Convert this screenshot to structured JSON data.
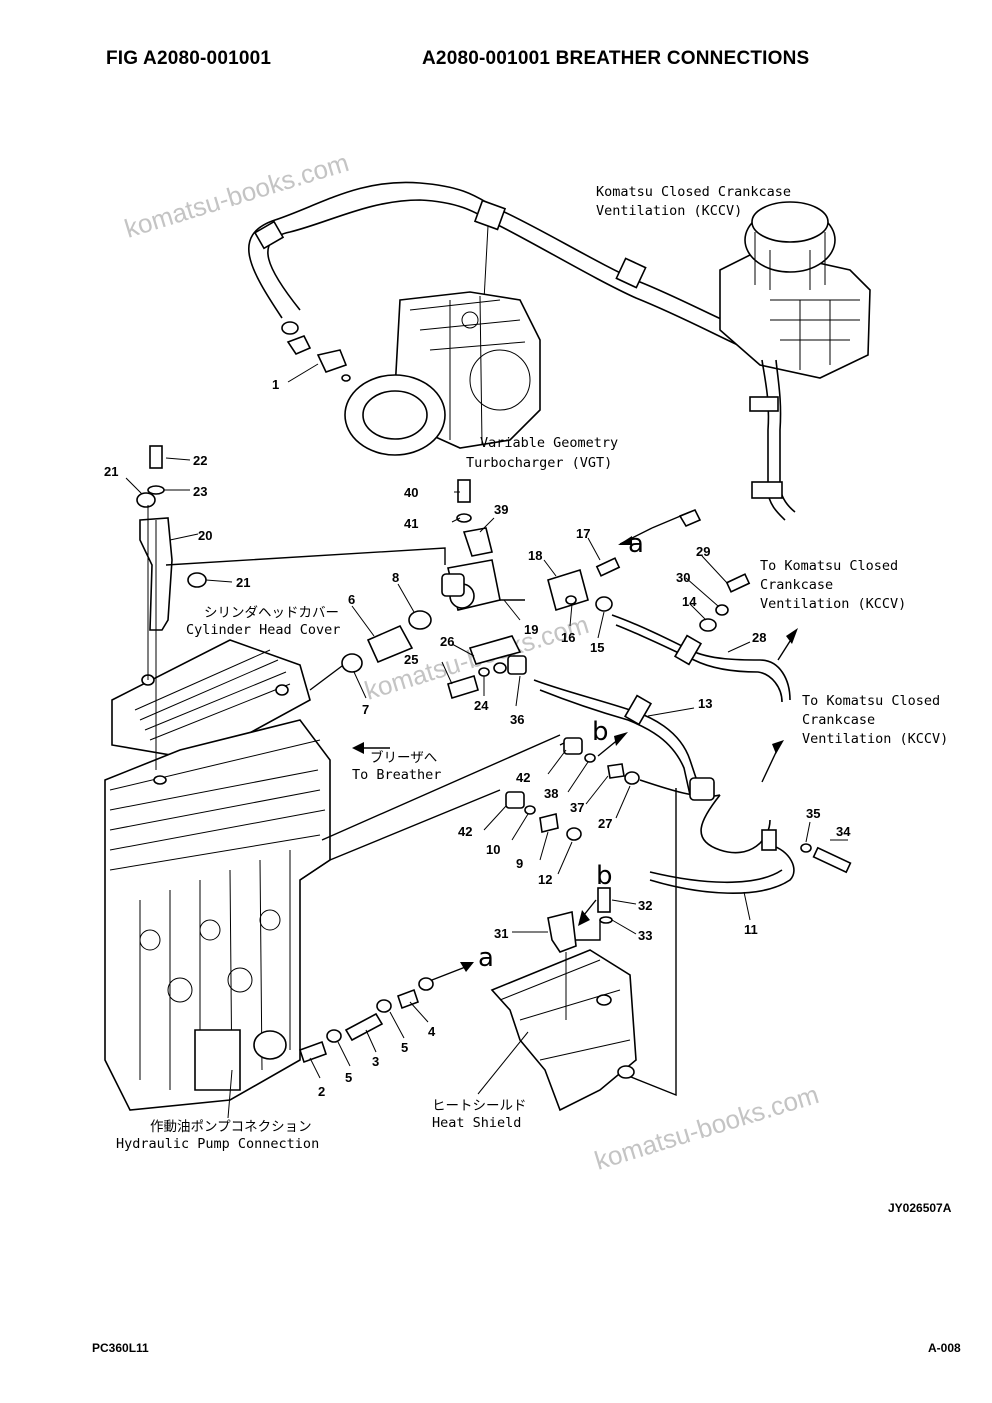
{
  "header": {
    "fig_label": "FIG   A2080-001001",
    "title": "A2080-001001 BREATHER CONNECTIONS"
  },
  "footer": {
    "model": "PC360L11",
    "page": "A-008",
    "drawing_code": "JY026507A"
  },
  "watermarks": [
    "komatsu-books.com",
    "komatsu-books.com",
    "komatsu-books.com"
  ],
  "labels": {
    "kccv_top_1": "Komatsu Closed Crankcase",
    "kccv_top_2": "Ventilation (KCCV)",
    "vgt_1": "Variable Geometry",
    "vgt_2": "Turbocharger (VGT)",
    "head_cover_jp": "シリンダヘッドカバー",
    "head_cover_en": "Cylinder Head Cover",
    "to_kccv_a_1": "To Komatsu Closed",
    "to_kccv_a_2": "Crankcase",
    "to_kccv_a_3": "Ventilation (KCCV)",
    "to_kccv_b_1": "To Komatsu Closed",
    "to_kccv_b_2": "Crankcase",
    "to_kccv_b_3": "Ventilation (KCCV)",
    "breather_jp": "ブリーザへ",
    "breather_en": "To Breather",
    "pump_jp": "作動油ポンプコネクション",
    "pump_en": "Hydraulic Pump Connection",
    "shield_jp": "ヒートシールド",
    "shield_en": "Heat Shield",
    "ref_a_1": "a",
    "ref_a_2": "a",
    "ref_b_1": "b",
    "ref_b_2": "b"
  },
  "callouts": [
    {
      "n": "1"
    },
    {
      "n": "2"
    },
    {
      "n": "3"
    },
    {
      "n": "4"
    },
    {
      "n": "5"
    },
    {
      "n": "5"
    },
    {
      "n": "6"
    },
    {
      "n": "7"
    },
    {
      "n": "8"
    },
    {
      "n": "9"
    },
    {
      "n": "10"
    },
    {
      "n": "11"
    },
    {
      "n": "12"
    },
    {
      "n": "13"
    },
    {
      "n": "14"
    },
    {
      "n": "15"
    },
    {
      "n": "16"
    },
    {
      "n": "17"
    },
    {
      "n": "18"
    },
    {
      "n": "19"
    },
    {
      "n": "20"
    },
    {
      "n": "21"
    },
    {
      "n": "21"
    },
    {
      "n": "22"
    },
    {
      "n": "23"
    },
    {
      "n": "24"
    },
    {
      "n": "25"
    },
    {
      "n": "26"
    },
    {
      "n": "27"
    },
    {
      "n": "28"
    },
    {
      "n": "29"
    },
    {
      "n": "30"
    },
    {
      "n": "31"
    },
    {
      "n": "32"
    },
    {
      "n": "33"
    },
    {
      "n": "34"
    },
    {
      "n": "35"
    },
    {
      "n": "36"
    },
    {
      "n": "37"
    },
    {
      "n": "38"
    },
    {
      "n": "39"
    },
    {
      "n": "40"
    },
    {
      "n": "41"
    },
    {
      "n": "42"
    },
    {
      "n": "42"
    }
  ]
}
